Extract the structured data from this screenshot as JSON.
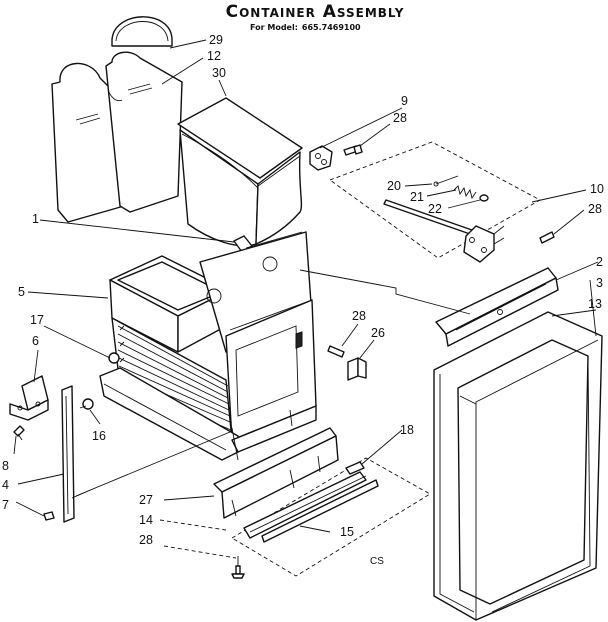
{
  "header": {
    "title": "Container Assembly",
    "model_prefix": "For Model:",
    "model_number": "665.7469100"
  },
  "callouts": [
    "29",
    "12",
    "30",
    "9",
    "28",
    "20",
    "21",
    "22",
    "10",
    "28",
    "1",
    "2",
    "3",
    "13",
    "5",
    "28",
    "26",
    "17",
    "6",
    "16",
    "8",
    "4",
    "7",
    "18",
    "27",
    "14",
    "15",
    "28"
  ],
  "footer_code": "CS"
}
